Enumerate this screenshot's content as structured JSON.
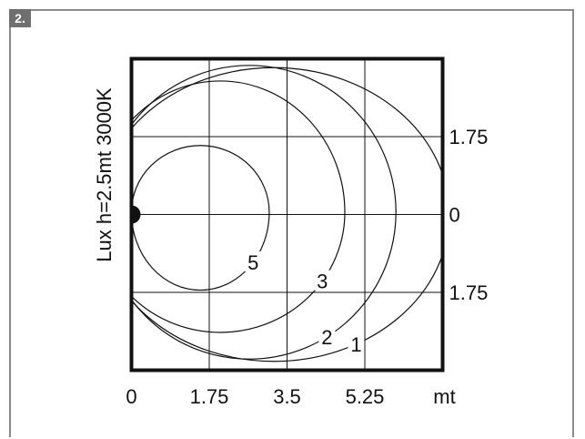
{
  "figure_number": "2.",
  "chart_data": {
    "type": "contour",
    "title": "",
    "ylabel": "Lux h=2.5mt 3000K",
    "x_unit": "mt",
    "x_ticks": [
      "0",
      "1.75",
      "3.5",
      "5.25"
    ],
    "x_tick_values": [
      0,
      1.75,
      3.5,
      5.25
    ],
    "x_range": [
      0,
      7
    ],
    "y_ticks": [
      "1.75",
      "0",
      "1.75"
    ],
    "y_tick_values": [
      1.75,
      0,
      -1.75
    ],
    "y_range": [
      -3.5,
      3.5
    ],
    "grid": true,
    "source_marker": {
      "x": 0,
      "y": 0
    },
    "contours": [
      {
        "level": "5",
        "center": [
          1.55,
          0.05
        ],
        "rx": 1.55,
        "ry_top": 1.5,
        "ry_bottom": 1.75
      },
      {
        "level": "3",
        "center": [
          2.0,
          0.05
        ],
        "rx": 2.8,
        "ry_top": 2.95,
        "ry_bottom": 2.7
      },
      {
        "level": "2",
        "center": [
          2.65,
          0.05
        ],
        "rx": 3.3,
        "ry_top": 3.3,
        "ry_bottom": 3.3
      },
      {
        "level": "1",
        "center": [
          3.2,
          0.0
        ],
        "rx": 3.95,
        "ry_top": 3.3,
        "ry_bottom": 3.3
      }
    ]
  }
}
